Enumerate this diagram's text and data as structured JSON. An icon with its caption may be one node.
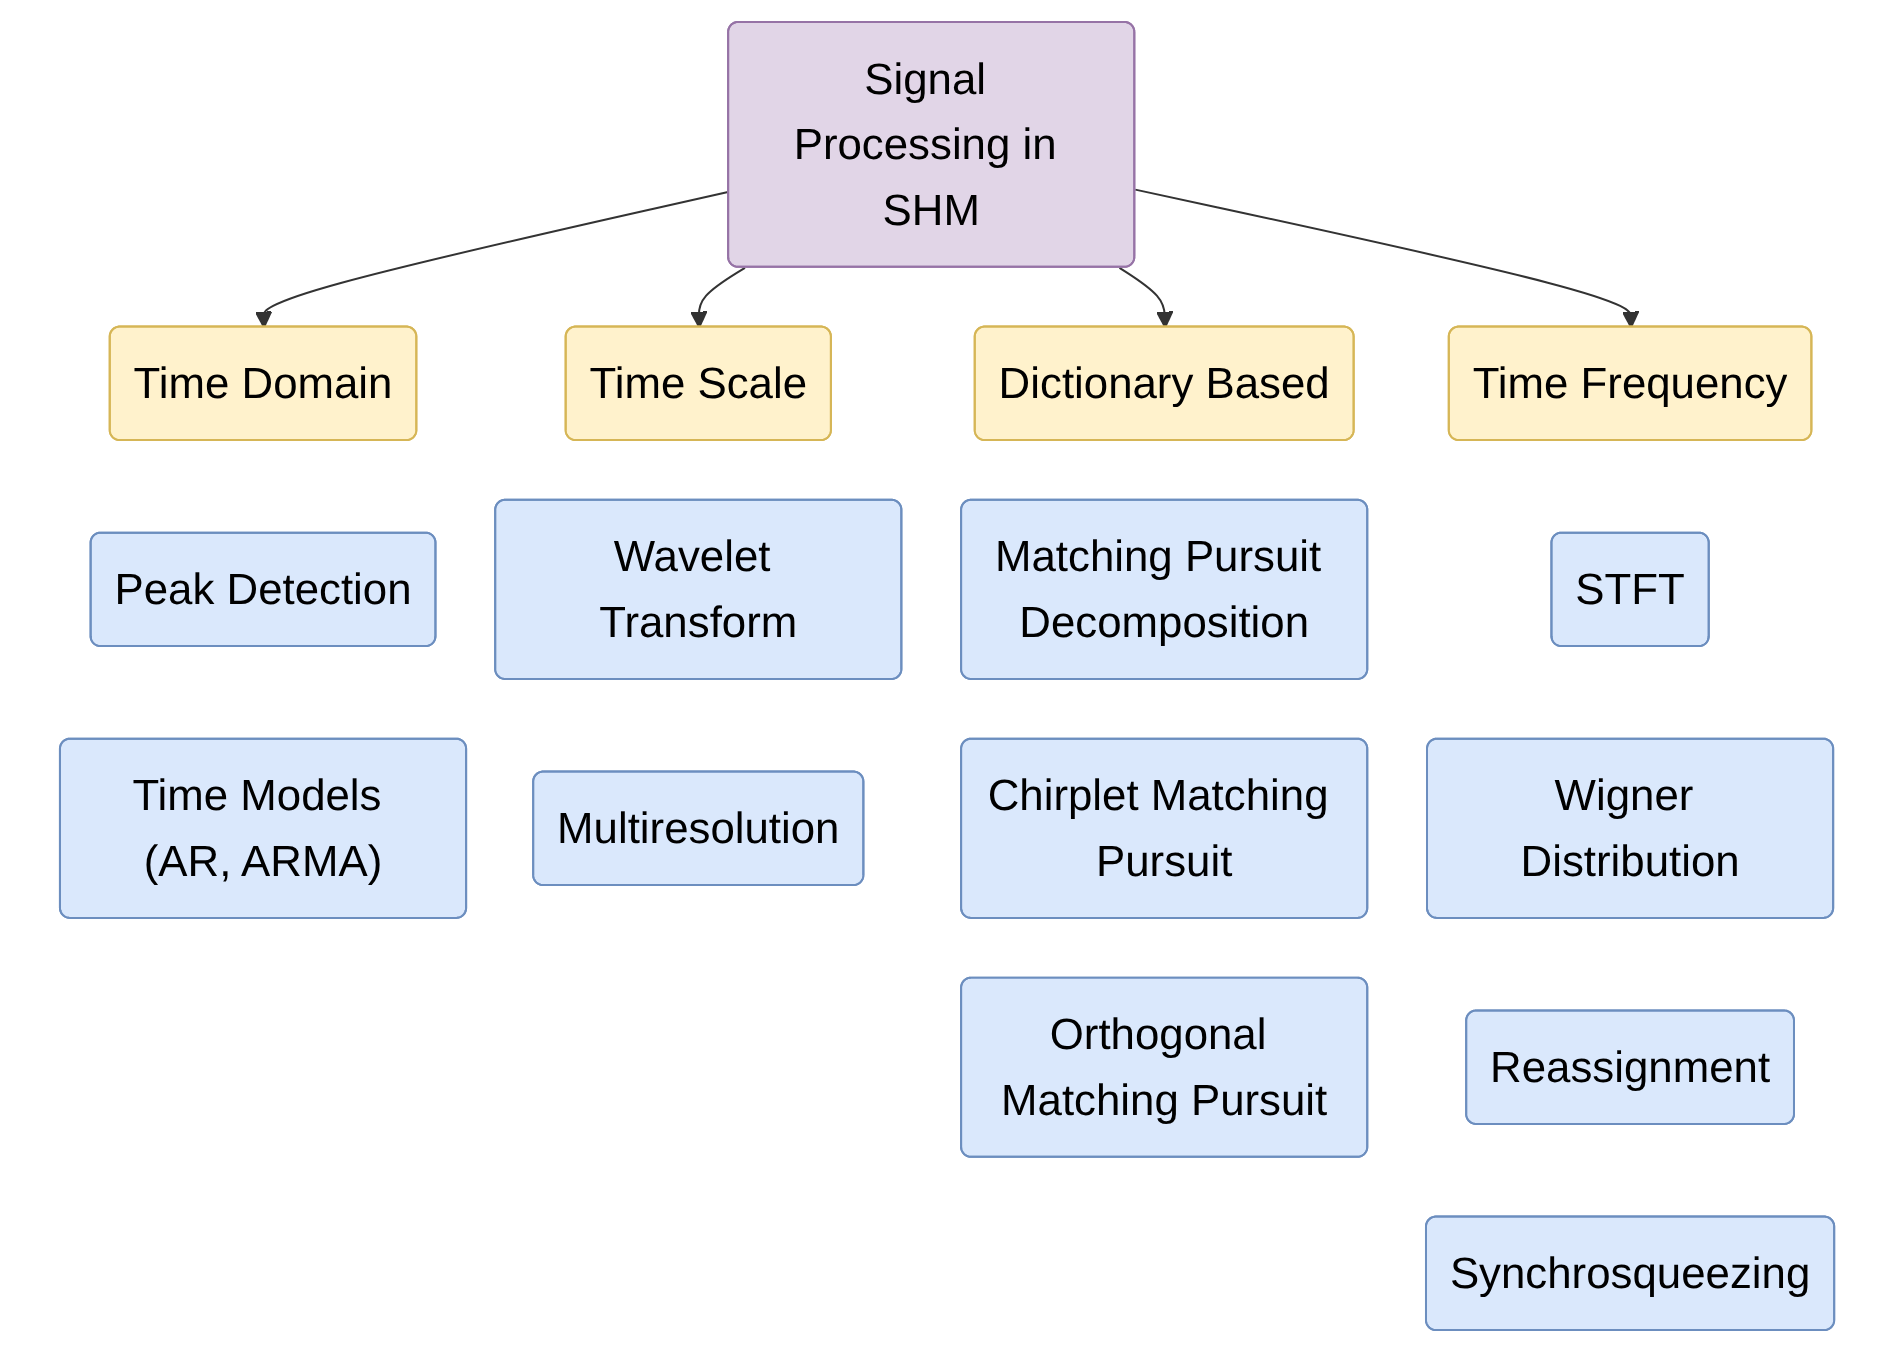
{
  "diagram": {
    "nodes": [
      {
        "text": [
          "Signal Processing in SHM"
        ]
      },
      {
        "text": [
          "Time Domain"
        ]
      },
      {
        "text": [
          "Time Scale"
        ]
      },
      {
        "text": [
          "Dictionary Based"
        ]
      },
      {
        "text": [
          "Time Frequency"
        ]
      },
      {
        "text": [
          "Peak Detection"
        ]
      },
      {
        "text": [
          "Time Models (AR, ARMA)"
        ]
      },
      {
        "text": [
          "Wavelet Transform"
        ]
      },
      {
        "text": [
          "Multiresolution"
        ]
      },
      {
        "text": [
          "Matching Pursuit Decomposition"
        ]
      },
      {
        "text": [
          "Chirplet Matching Pursuit"
        ]
      },
      {
        "text": [
          "Orthogonal Matching Pursuit"
        ]
      },
      {
        "text": [
          "STFT"
        ]
      },
      {
        "text": [
          "Wigner Distribution"
        ]
      },
      {
        "text": [
          "Reassignment"
        ]
      },
      {
        "text": [
          "Synchrosqueezing"
        ]
      }
    ],
    "edges": [
      {
        "from": 0,
        "to": 1,
        "arrow": "to"
      },
      {
        "from": 0,
        "to": 2,
        "arrow": "to"
      },
      {
        "from": 0,
        "to": 3,
        "arrow": "to"
      },
      {
        "from": 0,
        "to": 4,
        "arrow": "to"
      }
    ]
  }
}
